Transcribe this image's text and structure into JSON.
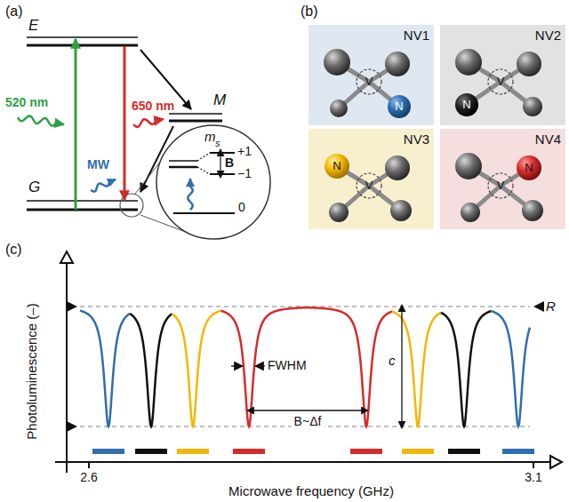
{
  "diagram": {
    "nodes": [
      {
        "text": [
          "NV1",
          "V",
          "N"
        ]
      },
      {
        "text": [
          "NV2",
          "V",
          "N"
        ]
      },
      {
        "text": [
          "NV3",
          "V",
          "N"
        ]
      },
      {
        "text": [
          "NV4",
          "V",
          "N"
        ]
      }
    ],
    "labels": [
      "(a)",
      "E",
      "520 nm",
      "650 nm",
      "M",
      "G",
      "m",
      "s",
      "+1",
      "B",
      "−1",
      "MW",
      "0",
      "(b)",
      "(c)",
      "Photoluminescence (–)",
      "FWHM",
      "c",
      "B~Δf",
      "R",
      "2.6",
      "3.1",
      "Microwave frequency (GHz)"
    ]
  }
}
